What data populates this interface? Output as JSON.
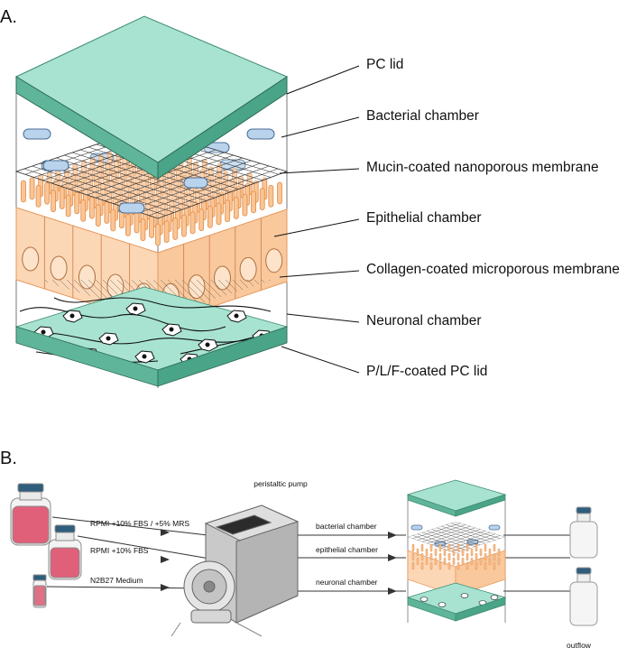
{
  "panels": {
    "a": "A.",
    "b": "B."
  },
  "callouts": [
    "PC lid",
    "Bacterial chamber",
    "Mucin-coated nanoporous membrane",
    "Epithelial chamber",
    "Collagen-coated microporous membrane",
    "Neuronal chamber",
    "P/L/F-coated PC lid"
  ],
  "flow": {
    "inlets": [
      "RPMI +10% FBS / +5% MRS",
      "RPMI +10% FBS",
      "N2B27 Medium"
    ],
    "pump_label": "peristaltic pump",
    "chambers": [
      "bacterial chamber",
      "epithelial chamber",
      "neuronal chamber"
    ],
    "outflow": "outflow"
  },
  "colors": {
    "lid": "#a7e3d0",
    "lid_side": "#5fb59a",
    "epithelial": "#fcd7b6",
    "epithelial_edge": "#e59a5e",
    "bacteria": "#b9d3ec",
    "media_pink": "#e0607a",
    "pump_gray": "#c9c9c9"
  }
}
